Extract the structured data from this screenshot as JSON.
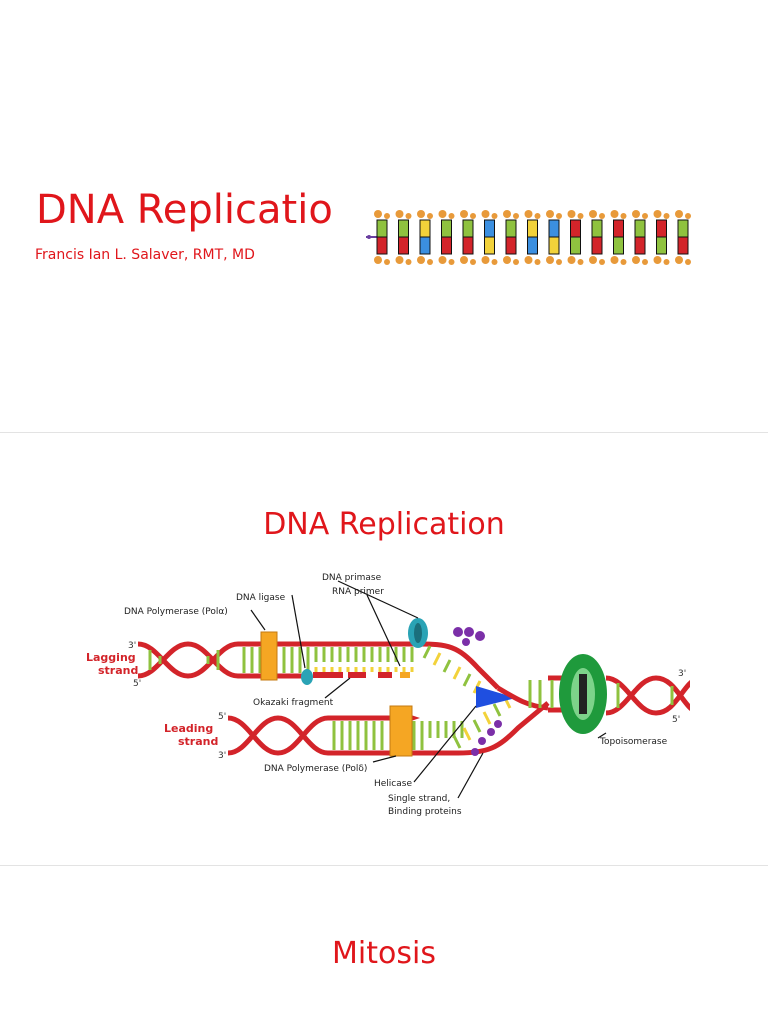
{
  "slides": [
    {
      "title": "DNA Replicatio",
      "subtitle": "Francis Ian L. Salaver, RMT, MD"
    },
    {
      "title": "DNA Replication",
      "figure": {
        "labels": {
          "dna_primase": "DNA primase",
          "rna_primer": "RNA primer",
          "dna_ligase": "DNA ligase",
          "dna_pol_alpha": "DNA Polymerase (Polα)",
          "lagging_strand_1": "Lagging",
          "lagging_strand_2": "strand",
          "leading_strand_1": "Leading",
          "leading_strand_2": "strand",
          "okazaki": "Okazaki fragment",
          "dna_pol_delta": "DNA Polymerase (Polδ)",
          "helicase": "Helicase",
          "ssb_1": "Single strand,",
          "ssb_2": "Binding proteins",
          "topoisomerase": "Topoisomerase",
          "end_3_top_left": "3'",
          "end_5_top_left": "5'",
          "end_5_bottom_left": "5'",
          "end_3_bottom_left": "3'",
          "end_3_right": "3'",
          "end_5_right": "5'"
        }
      }
    },
    {
      "title": "Mitosis"
    }
  ],
  "colors": {
    "title_red": "#e0161b",
    "strand_red": "#d3242a",
    "rung_green": "#8fc23f",
    "rung_yellow": "#f2d23a",
    "polymerase_orange": "#f5a623",
    "primase_teal": "#2aa3b5",
    "helicase_blue": "#1f4fe0",
    "ssb_purple": "#7b2fa8",
    "topoisomerase_green": "#1f9a3c"
  }
}
